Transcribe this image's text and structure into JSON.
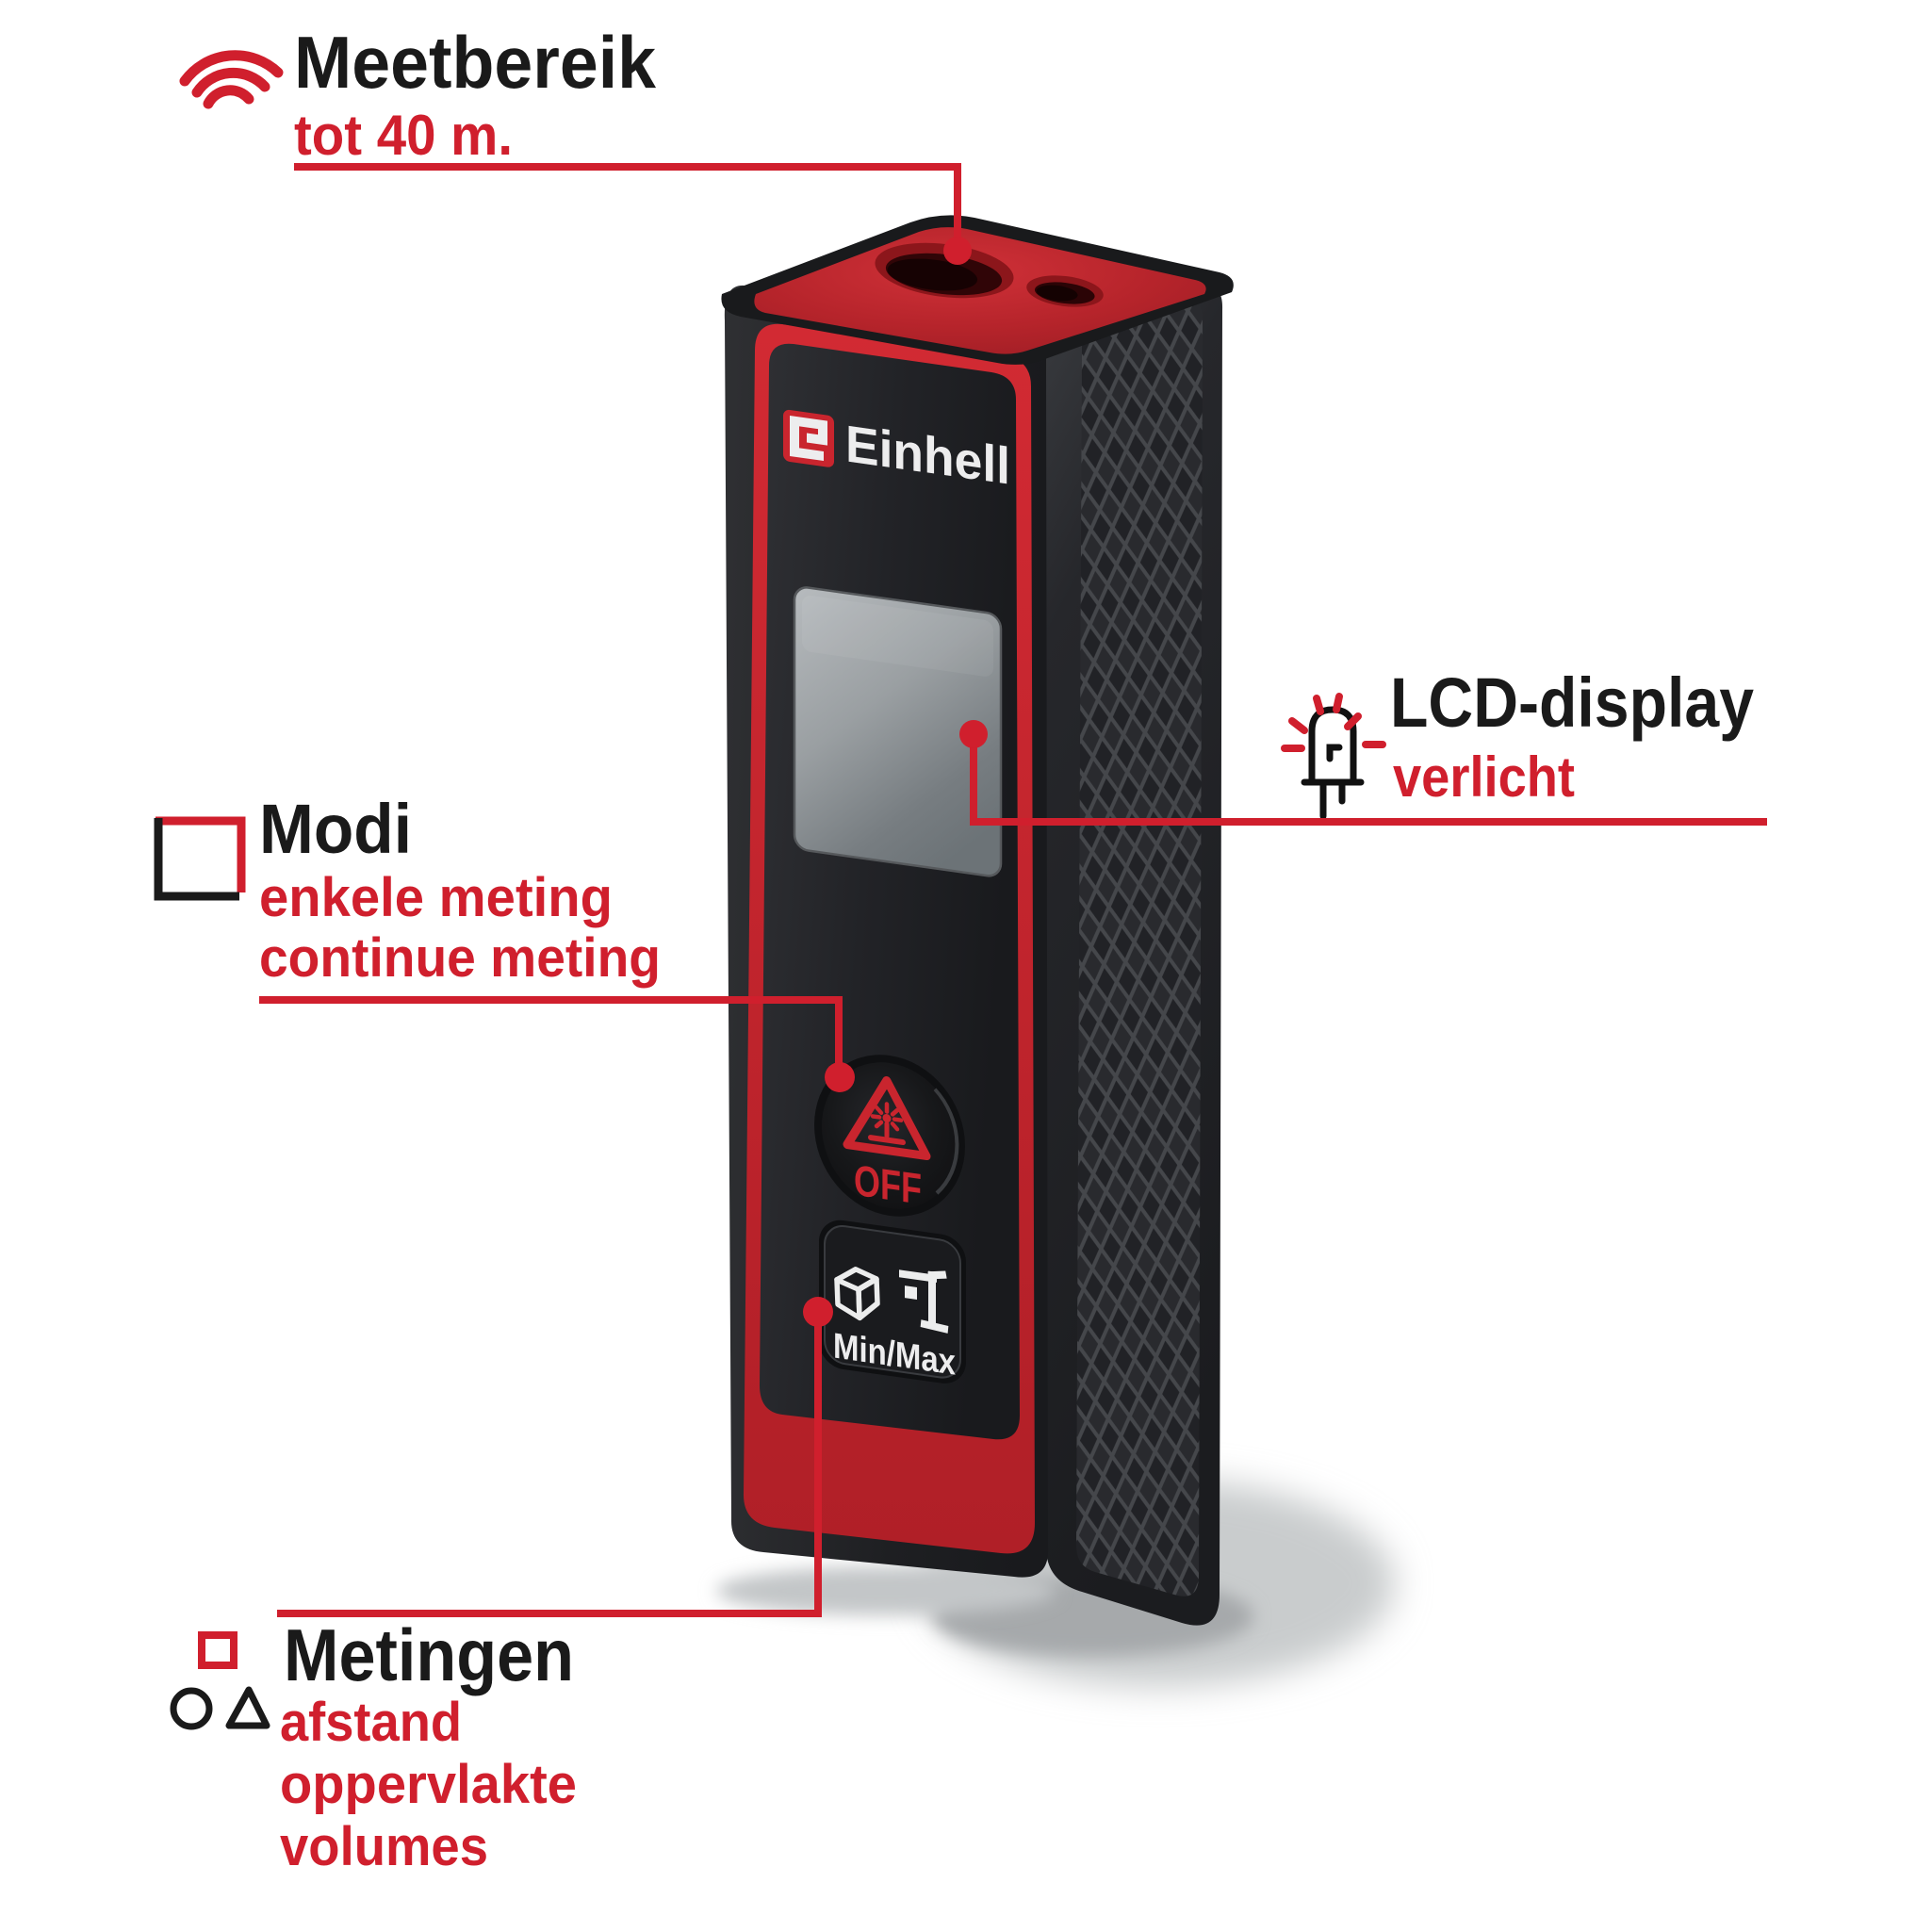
{
  "colors": {
    "accent_red": "#d01f2d",
    "device_red": "#c9252e",
    "foam_red": "#b7242b",
    "title_black": "#1a1a1a",
    "brand_white": "#ededee",
    "body_black": "#1d1e21",
    "lcd_gray": "#8f9598",
    "background": "#ffffff"
  },
  "callouts": {
    "range": {
      "title": "Meetbereik",
      "subtitle": "tot 40 m."
    },
    "display": {
      "title": "LCD-display",
      "subtitle": "verlicht"
    },
    "modes": {
      "title": "Modi",
      "line1": "enkele meting",
      "line2": "continue meting"
    },
    "measurements": {
      "title": "Metingen",
      "line1": "afstand",
      "line2": "oppervlakte",
      "line3": "volumes"
    }
  },
  "device": {
    "brand": "Einhell",
    "logo_letter": "e",
    "power_button_label": "OFF",
    "minmax_button_label": "Min/Max"
  }
}
